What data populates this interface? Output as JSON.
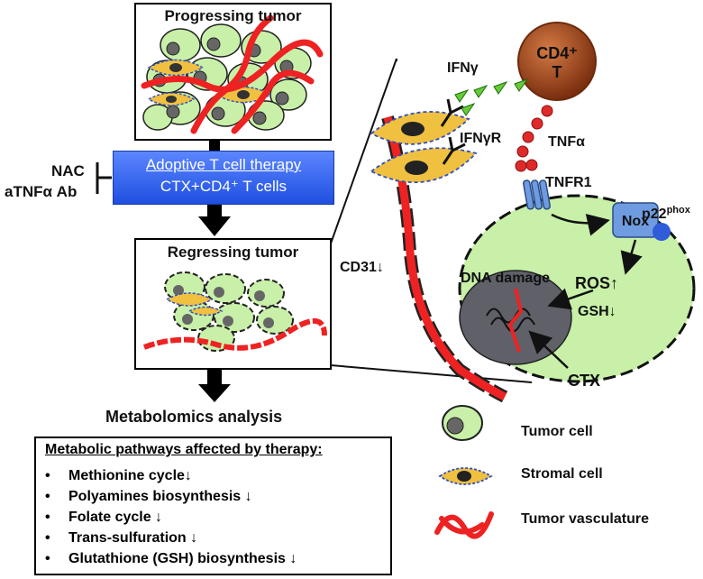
{
  "workflow": {
    "progressing_title": "Progressing tumor",
    "therapy_title": "Adoptive T cell therapy",
    "therapy_subtitle": "CTX+CD4⁺ T cells",
    "inhibitor_1": "NAC",
    "inhibitor_2": "aTNFα Ab",
    "regressing_title": "Regressing tumor",
    "analysis_title": "Metabolomics analysis"
  },
  "pathways": {
    "title": "Metabolic pathways affected by therapy:",
    "bullet": "•",
    "items": [
      "Methionine cycle↓",
      "Polyamines biosynthesis ↓",
      "Folate cycle ↓",
      "Trans-sulfuration ↓",
      "Glutathione (GSH) biosynthesis ↓"
    ]
  },
  "mechanism": {
    "cd4_label_line1": "CD4⁺",
    "cd4_label_line2": "T",
    "ifng": "IFNγ",
    "ifngr": "IFNγR",
    "tnfa": "TNFα",
    "tnfr1": "TNFR1",
    "nox": "Nox",
    "p22phox": "p22",
    "p22phox_sup": "phox",
    "ros": "ROS↑",
    "gsh": "GSH↓",
    "dna_damage": "DNA damage",
    "cd31": "CD31↓",
    "ctx": "CTX"
  },
  "legend": {
    "items": [
      {
        "icon": "tumor-cell-icon",
        "label": "Tumor cell"
      },
      {
        "icon": "stromal-cell-icon",
        "label": "Stromal cell"
      },
      {
        "icon": "tumor-vasculature-icon",
        "label": "Tumor vasculature"
      }
    ]
  },
  "colors": {
    "tumor_cell": "#c8f0a8",
    "stroma": "#f0c040",
    "vessel": "#ee2222",
    "therapy_box": "#2a5cf0",
    "cd4_cell": "#a0461c",
    "tnf": "#e02a2a",
    "ifng": "#66cc33",
    "nox": "#6f9ce0"
  }
}
